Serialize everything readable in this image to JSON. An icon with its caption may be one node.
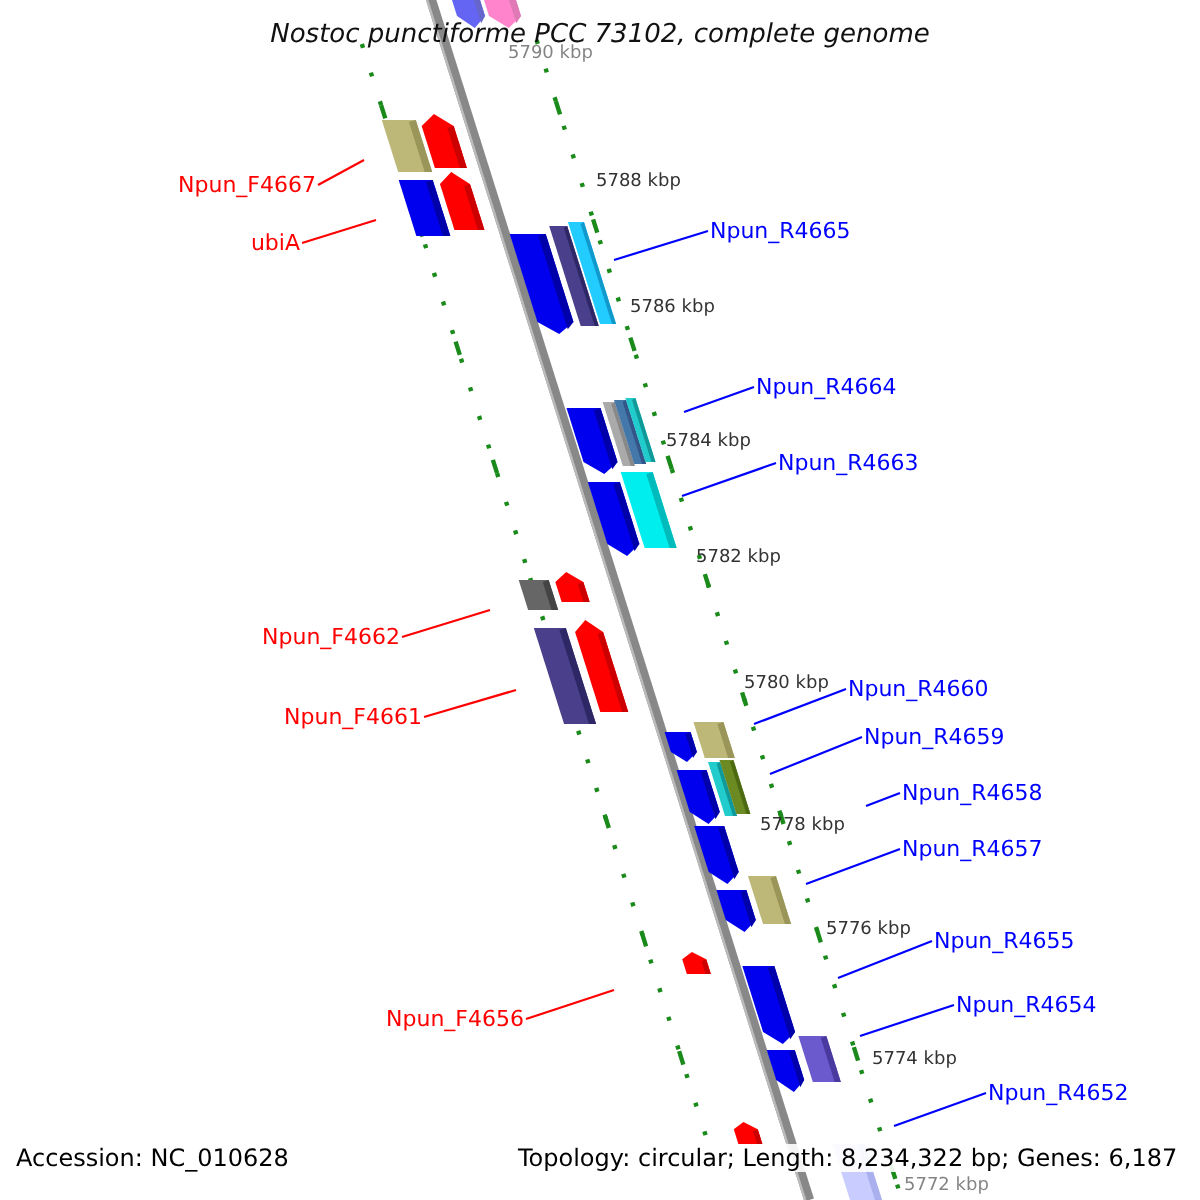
{
  "diagram": {
    "title": "Nostoc punctiforme PCC 73102, complete genome",
    "nodes": [
      {
        "text": [
          "Npun_F4667"
        ]
      },
      {
        "text": [
          "ubiA"
        ]
      },
      {
        "text": [
          "Npun_F4662"
        ]
      },
      {
        "text": [
          "Npun_F4661"
        ]
      },
      {
        "text": [
          "Npun_F4656"
        ]
      },
      {
        "text": [
          "Npun_R4665"
        ]
      },
      {
        "text": [
          "Npun_R4664"
        ]
      },
      {
        "text": [
          "Npun_R4663"
        ]
      },
      {
        "text": [
          "Npun_R4660"
        ]
      },
      {
        "text": [
          "Npun_R4659"
        ]
      },
      {
        "text": [
          "Npun_R4658"
        ]
      },
      {
        "text": [
          "Npun_R4657"
        ]
      },
      {
        "text": [
          "Npun_R4655"
        ]
      },
      {
        "text": [
          "Npun_R4654"
        ]
      },
      {
        "text": [
          "Npun_R4652"
        ]
      }
    ],
    "edges": [
      {
        "from": 0,
        "to": null,
        "arrow": "none",
        "color": "#ff0000"
      },
      {
        "from": 1,
        "to": null,
        "arrow": "none",
        "color": "#ff0000"
      },
      {
        "from": 2,
        "to": null,
        "arrow": "none",
        "color": "#ff0000"
      },
      {
        "from": 3,
        "to": null,
        "arrow": "none",
        "color": "#ff0000"
      },
      {
        "from": 4,
        "to": null,
        "arrow": "none",
        "color": "#ff0000"
      },
      {
        "from": 5,
        "to": null,
        "arrow": "none"
      },
      {
        "from": 6,
        "to": null,
        "arrow": "none"
      },
      {
        "from": 7,
        "to": null,
        "arrow": "none"
      },
      {
        "from": 8,
        "to": null,
        "arrow": "none"
      },
      {
        "from": 9,
        "to": null,
        "arrow": "none"
      },
      {
        "from": 10,
        "to": null,
        "arrow": "none"
      },
      {
        "from": 11,
        "to": null,
        "arrow": "none"
      },
      {
        "from": 12,
        "to": null,
        "arrow": "none"
      },
      {
        "from": 13,
        "to": null,
        "arrow": "none"
      },
      {
        "from": 14,
        "to": null,
        "arrow": "none"
      }
    ],
    "labels": [
      "5790 kbp",
      "5788 kbp",
      "5786 kbp",
      "5784 kbp",
      "5782 kbp",
      "5780 kbp",
      "5778 kbp",
      "5776 kbp",
      "5774 kbp",
      "5772 kbp",
      "Accession: NC_010628",
      "Topology: circular; Length: 8,234,322 bp; Genes: 6,187"
    ]
  }
}
